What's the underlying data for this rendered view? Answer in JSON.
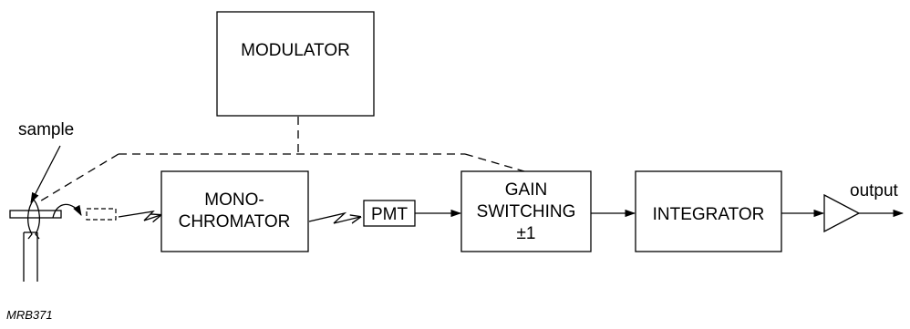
{
  "diagram": {
    "modulator": "MODULATOR",
    "sample": "sample",
    "monochromator_line1": "MONO-",
    "monochromator_line2": "CHROMATOR",
    "pmt": "PMT",
    "gain_line1": "GAIN",
    "gain_line2": "SWITCHING",
    "gain_line3": "±1",
    "integrator": "INTEGRATOR",
    "output": "output",
    "reference": "MRB371"
  }
}
